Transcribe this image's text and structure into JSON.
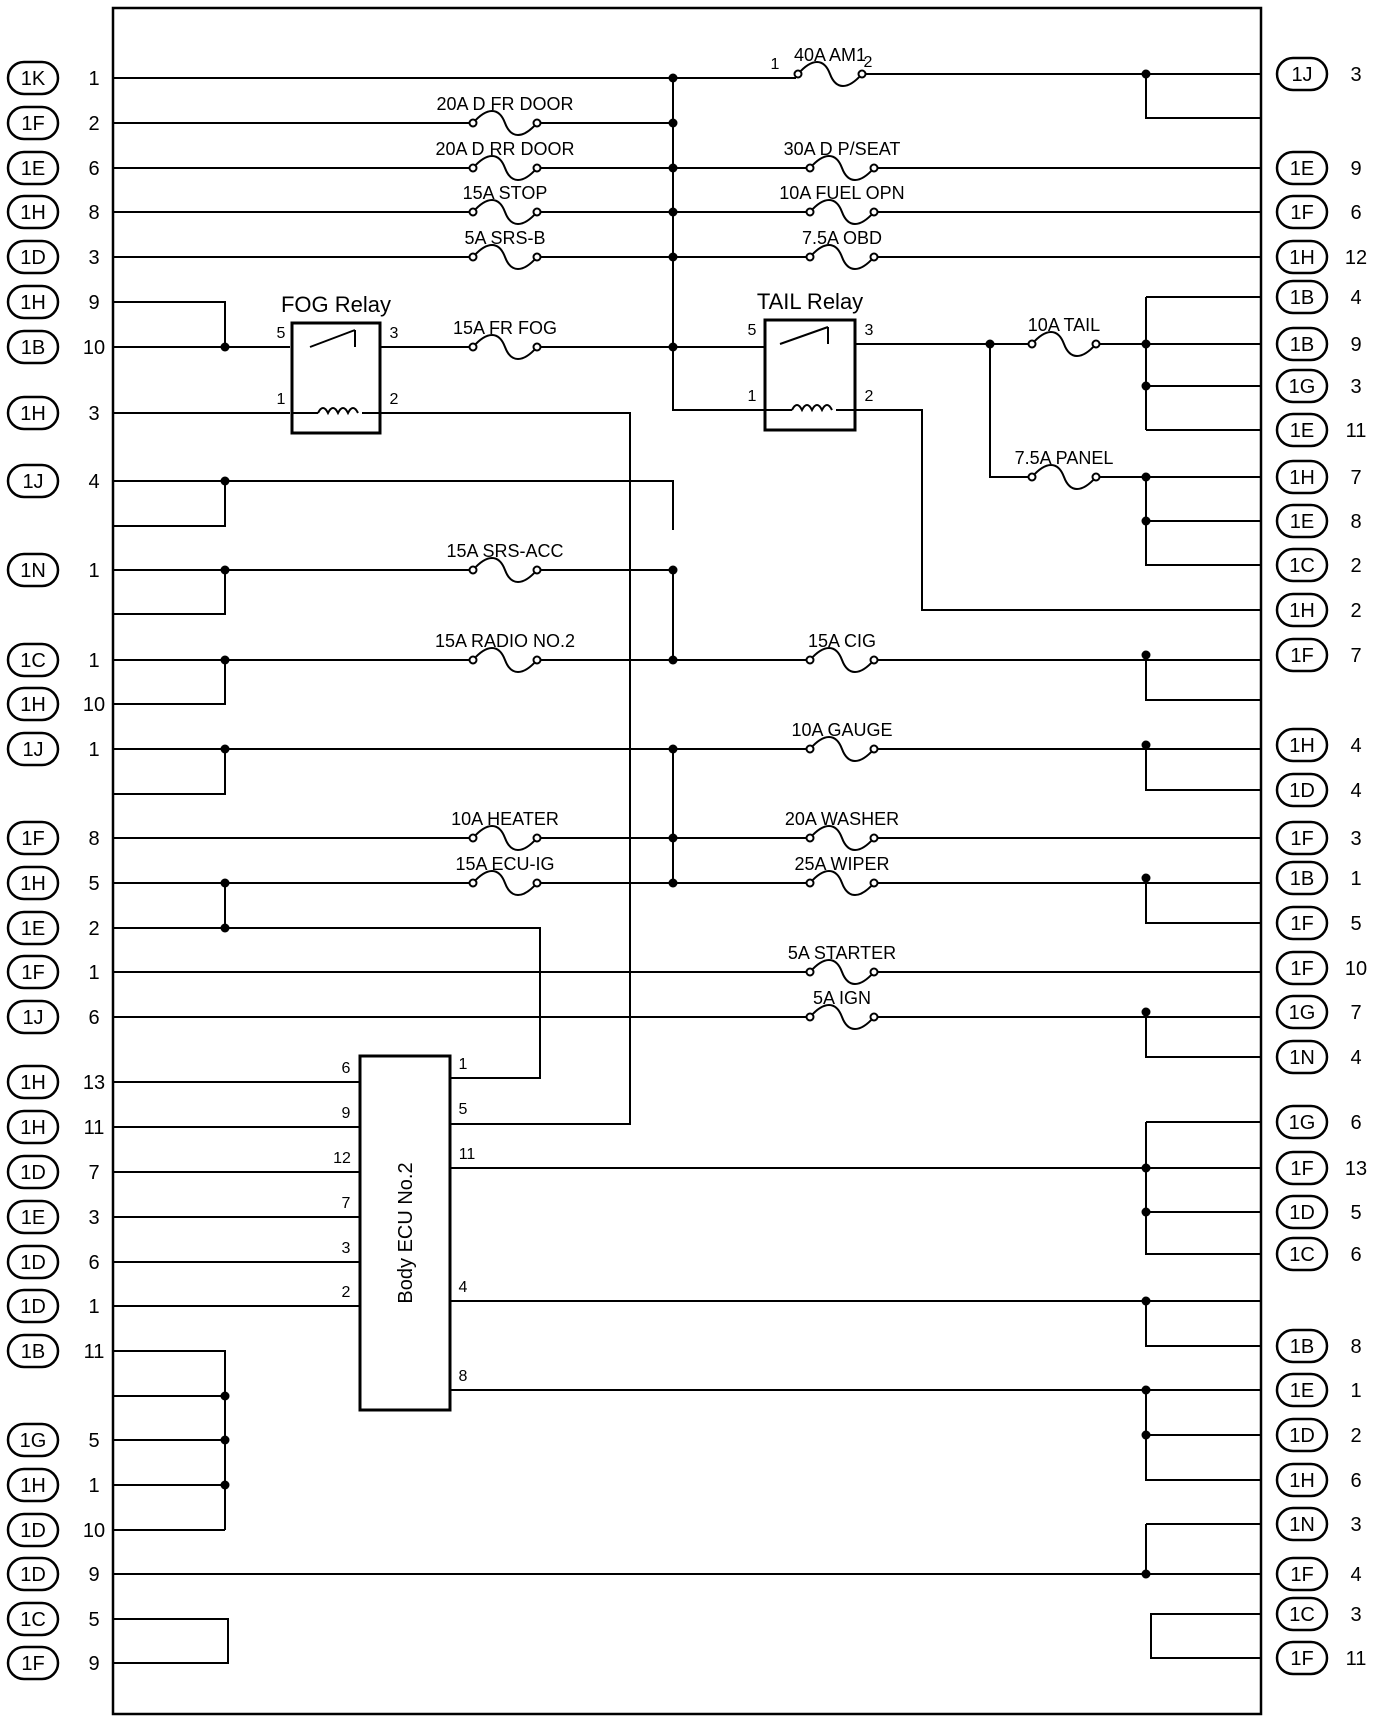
{
  "left_connectors": [
    {
      "conn": "1K",
      "pin": "1"
    },
    {
      "conn": "1F",
      "pin": "2"
    },
    {
      "conn": "1E",
      "pin": "6"
    },
    {
      "conn": "1H",
      "pin": "8"
    },
    {
      "conn": "1D",
      "pin": "3"
    },
    {
      "conn": "1H",
      "pin": "9"
    },
    {
      "conn": "1B",
      "pin": "10"
    },
    {
      "conn": "1H",
      "pin": "3"
    },
    {
      "conn": "1J",
      "pin": "4"
    },
    {
      "conn": "1N",
      "pin": "1"
    },
    {
      "conn": "1C",
      "pin": "1"
    },
    {
      "conn": "1H",
      "pin": "10"
    },
    {
      "conn": "1J",
      "pin": "1"
    },
    {
      "conn": "1F",
      "pin": "8"
    },
    {
      "conn": "1H",
      "pin": "5"
    },
    {
      "conn": "1E",
      "pin": "2"
    },
    {
      "conn": "1F",
      "pin": "1"
    },
    {
      "conn": "1J",
      "pin": "6"
    },
    {
      "conn": "1H",
      "pin": "13"
    },
    {
      "conn": "1H",
      "pin": "11"
    },
    {
      "conn": "1D",
      "pin": "7"
    },
    {
      "conn": "1E",
      "pin": "3"
    },
    {
      "conn": "1D",
      "pin": "6"
    },
    {
      "conn": "1D",
      "pin": "1"
    },
    {
      "conn": "1B",
      "pin": "11"
    },
    {
      "conn": "1G",
      "pin": "5"
    },
    {
      "conn": "1H",
      "pin": "1"
    },
    {
      "conn": "1D",
      "pin": "10"
    },
    {
      "conn": "1D",
      "pin": "9"
    },
    {
      "conn": "1C",
      "pin": "5"
    },
    {
      "conn": "1F",
      "pin": "9"
    }
  ],
  "right_connectors": [
    {
      "conn": "1J",
      "pin": "3"
    },
    {
      "conn": "1E",
      "pin": "9"
    },
    {
      "conn": "1F",
      "pin": "6"
    },
    {
      "conn": "1H",
      "pin": "12"
    },
    {
      "conn": "1B",
      "pin": "4"
    },
    {
      "conn": "1B",
      "pin": "9"
    },
    {
      "conn": "1G",
      "pin": "3"
    },
    {
      "conn": "1E",
      "pin": "11"
    },
    {
      "conn": "1H",
      "pin": "7"
    },
    {
      "conn": "1E",
      "pin": "8"
    },
    {
      "conn": "1C",
      "pin": "2"
    },
    {
      "conn": "1H",
      "pin": "2"
    },
    {
      "conn": "1F",
      "pin": "7"
    },
    {
      "conn": "1H",
      "pin": "4"
    },
    {
      "conn": "1D",
      "pin": "4"
    },
    {
      "conn": "1F",
      "pin": "3"
    },
    {
      "conn": "1B",
      "pin": "1"
    },
    {
      "conn": "1F",
      "pin": "5"
    },
    {
      "conn": "1F",
      "pin": "10"
    },
    {
      "conn": "1G",
      "pin": "7"
    },
    {
      "conn": "1N",
      "pin": "4"
    },
    {
      "conn": "1G",
      "pin": "6"
    },
    {
      "conn": "1F",
      "pin": "13"
    },
    {
      "conn": "1D",
      "pin": "5"
    },
    {
      "conn": "1C",
      "pin": "6"
    },
    {
      "conn": "1B",
      "pin": "8"
    },
    {
      "conn": "1E",
      "pin": "1"
    },
    {
      "conn": "1D",
      "pin": "2"
    },
    {
      "conn": "1H",
      "pin": "6"
    },
    {
      "conn": "1N",
      "pin": "3"
    },
    {
      "conn": "1F",
      "pin": "4"
    },
    {
      "conn": "1C",
      "pin": "3"
    },
    {
      "conn": "1F",
      "pin": "11"
    }
  ],
  "fuses": [
    "40A AM1",
    "20A D FR DOOR",
    "20A D RR DOOR",
    "30A D P/SEAT",
    "15A STOP",
    "10A FUEL OPN",
    "5A SRS-B",
    "7.5A OBD",
    "15A FR FOG",
    "10A TAIL",
    "7.5A PANEL",
    "15A SRS-ACC",
    "15A RADIO NO.2",
    "15A CIG",
    "10A GAUGE",
    "10A HEATER",
    "20A WASHER",
    "15A ECU-IG",
    "25A WIPER",
    "5A STARTER",
    "5A IGN"
  ],
  "am1_pins": [
    "1",
    "2"
  ],
  "fog_relay": {
    "title": "FOG Relay",
    "pins": [
      "5",
      "3",
      "1",
      "2"
    ]
  },
  "tail_relay": {
    "title": "TAIL Relay",
    "pins": [
      "5",
      "3",
      "1",
      "2"
    ]
  },
  "ecu": {
    "title": "Body ECU No.2",
    "left_pins": [
      "6",
      "9",
      "12",
      "7",
      "3",
      "2"
    ],
    "right_pins": [
      "1",
      "5",
      "11",
      "4",
      "8"
    ]
  }
}
